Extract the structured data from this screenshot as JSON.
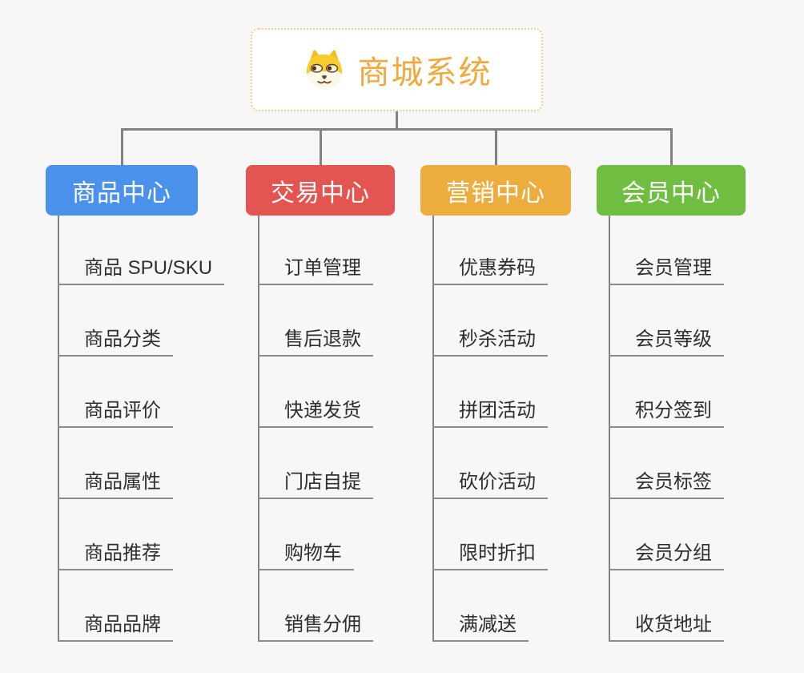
{
  "root": {
    "title": "商城系统",
    "icon": "shiba-dog-icon",
    "title_color": "#efa93e",
    "border_color": "#f6cd86"
  },
  "connector_color": "#828282",
  "child_text_color": "#2d2e30",
  "branches": [
    {
      "label": "商品中心",
      "color": "#4a91ec",
      "children": [
        "商品 SPU/SKU",
        "商品分类",
        "商品评价",
        "商品属性",
        "商品推荐",
        "商品品牌"
      ]
    },
    {
      "label": "交易中心",
      "color": "#e45551",
      "children": [
        "订单管理",
        "售后退款",
        "快递发货",
        "门店自提",
        "购物车",
        "销售分佣"
      ]
    },
    {
      "label": "营销中心",
      "color": "#edad3e",
      "children": [
        "优惠券码",
        "秒杀活动",
        "拼团活动",
        "砍价活动",
        "限时折扣",
        "满减送"
      ]
    },
    {
      "label": "会员中心",
      "color": "#70be41",
      "children": [
        "会员管理",
        "会员等级",
        "积分签到",
        "会员标签",
        "会员分组",
        "收货地址"
      ]
    }
  ]
}
